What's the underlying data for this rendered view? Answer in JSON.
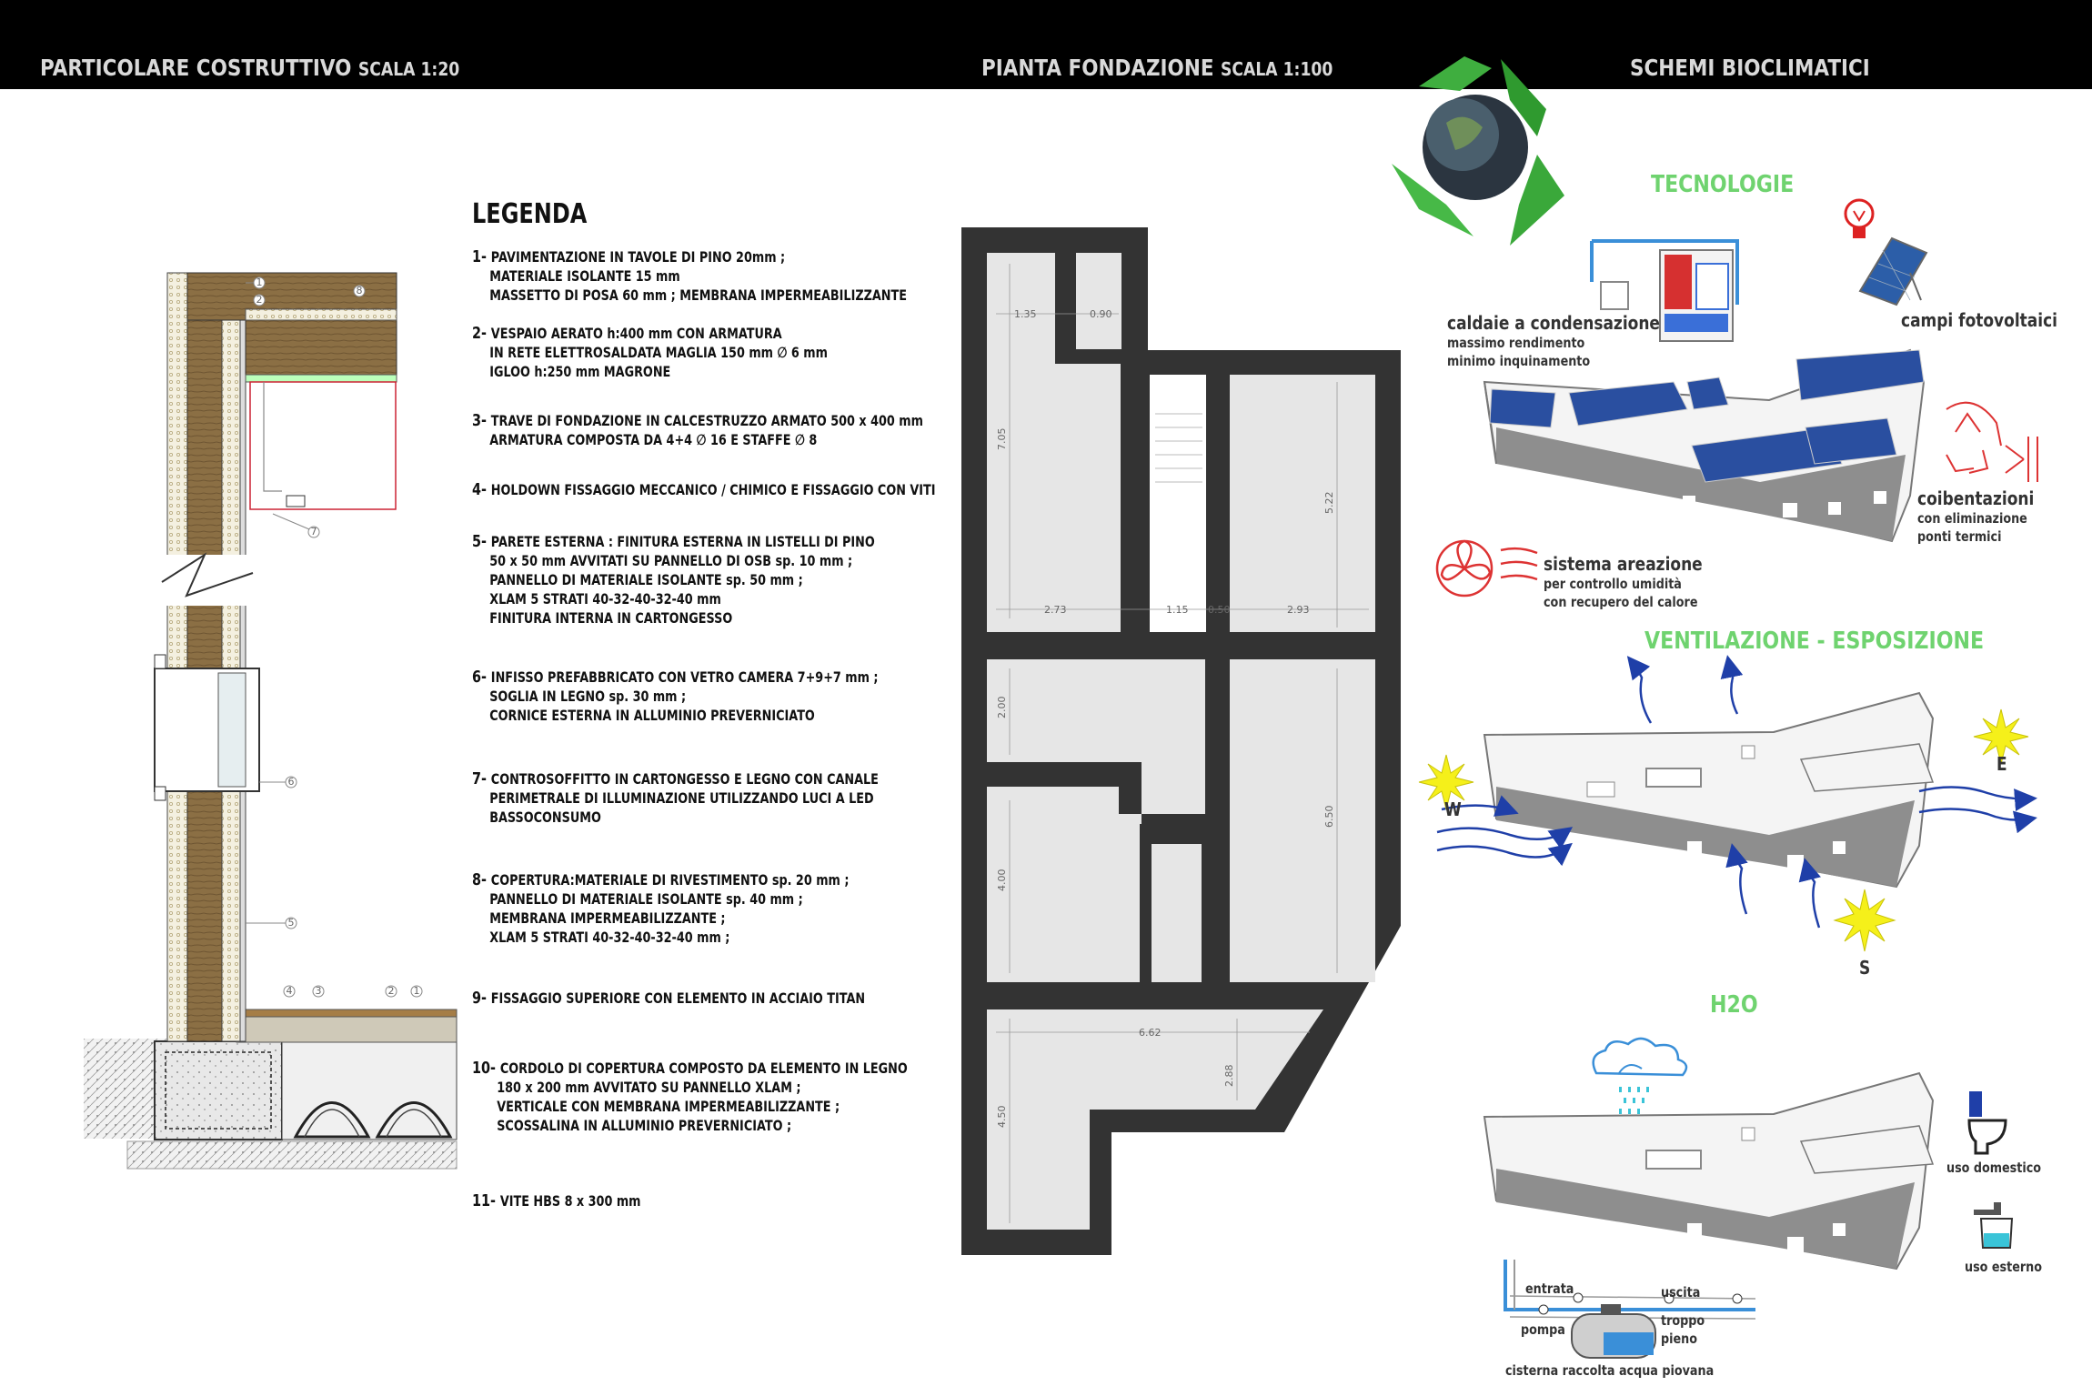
{
  "headers": {
    "detail": {
      "title": "PARTICOLARE COSTRUTTIVO",
      "scale": "SCALA 1:20"
    },
    "plan": {
      "title": "PIANTA FONDAZIONE",
      "scale": "SCALA 1:100"
    },
    "schemes": {
      "title": "SCHEMI  BIOCLIMATICI"
    }
  },
  "legend": {
    "title": "LEGENDA",
    "items": [
      {
        "num": "1-",
        "lines": [
          "PAVIMENTAZIONE IN TAVOLE DI PINO 20mm ;",
          "MATERIALE ISOLANTE 15 mm",
          "MASSETTO DI POSA 60 mm ; MEMBRANA IMPERMEABILIZZANTE"
        ]
      },
      {
        "num": "2-",
        "lines": [
          "VESPAIO AERATO h:400 mm CON ARMATURA",
          "IN RETE ELETTROSALDATA  MAGLIA 150 mm  ∅ 6 mm",
          "IGLOO h:250 mm MAGRONE"
        ]
      },
      {
        "num": "3-",
        "lines": [
          "TRAVE DI FONDAZIONE IN CALCESTRUZZO ARMATO 500 x 400 mm",
          "ARMATURA COMPOSTA DA 4+4 ∅ 16  E STAFFE ∅ 8"
        ]
      },
      {
        "num": "4-",
        "lines": [
          "HOLDOWN FISSAGGIO MECCANICO / CHIMICO E FISSAGGIO CON VITI"
        ]
      },
      {
        "num": "5-",
        "lines": [
          "PARETE ESTERNA : FINITURA ESTERNA IN LISTELLI DI PINO",
          "50 x 50 mm AVVITATI SU PANNELLO DI OSB sp. 10 mm ;",
          "PANNELLO DI MATERIALE ISOLANTE sp. 50 mm ;",
          "XLAM 5 STRATI 40-32-40-32-40 mm",
          "FINITURA INTERNA IN CARTONGESSO"
        ]
      },
      {
        "num": "6-",
        "lines": [
          "INFISSO PREFABBRICATO CON VETRO CAMERA   7+9+7 mm ;",
          "SOGLIA IN LEGNO sp. 30 mm ;",
          "CORNICE ESTERNA IN ALLUMINIO PREVERNICIATO"
        ]
      },
      {
        "num": "7-",
        "lines": [
          "CONTROSOFFITTO IN CARTONGESSO E LEGNO CON  CANALE",
          "PERIMETRALE DI ILLUMINAZIONE UTILIZZANDO LUCI A LED",
          "BASSOCONSUMO"
        ]
      },
      {
        "num": "8-",
        "lines": [
          "COPERTURA:MATERIALE DI RIVESTIMENTO  sp. 20 mm ;",
          "PANNELLO DI MATERIALE ISOLANTE sp. 40 mm ;",
          "MEMBRANA IMPERMEABILIZZANTE ;",
          "XLAM 5 STRATI 40-32-40-32-40 mm ;"
        ]
      },
      {
        "num": "9-",
        "lines": [
          "FISSAGGIO SUPERIORE CON ELEMENTO IN ACCIAIO TITAN"
        ]
      },
      {
        "num": "10-",
        "lines": [
          "CORDOLO DI COPERTURA COMPOSTO DA ELEMENTO IN LEGNO",
          "180 x 200 mm AVVITATO SU PANNELLO  XLAM ;",
          "VERTICALE CON MEMBRANA IMPERMEABILIZZANTE ;",
          "SCOSSALINA IN ALLUMINIO PREVERNICIATO ;"
        ]
      },
      {
        "num": "11-",
        "lines": [
          "VITE HBS 8 x 300 mm"
        ]
      }
    ]
  },
  "plan_dims": [
    "1.35",
    "0.90",
    "7.05",
    "5.22",
    "2.73",
    "1.15",
    "0.50",
    "2.93",
    "2.00",
    "6.50",
    "4.00",
    "6.62",
    "2.88",
    "4.50"
  ],
  "detail_marks": [
    "1",
    "2",
    "3",
    "4",
    "5",
    "6",
    "7",
    "8"
  ],
  "schemes": {
    "tecnologie": {
      "title": "TECNOLOGIE",
      "caldaie": {
        "title": "caldaie a condensazione",
        "sub": [
          "massimo rendimento",
          "minimo inquinamento"
        ]
      },
      "fotovoltaici": {
        "title": "campi fotovoltaici"
      },
      "coibentazioni": {
        "title": "coibentazioni",
        "sub": [
          "con eliminazione",
          "ponti termici"
        ]
      },
      "areazione": {
        "title": "sistema  areazione",
        "sub": [
          "per controllo umidità",
          "con recupero del calore"
        ]
      }
    },
    "ventilazione": {
      "title": "VENTILAZIONE - ESPOSIZIONE",
      "compass": {
        "w": "W",
        "e": "E",
        "s": "S"
      }
    },
    "h2o": {
      "title": "H2O",
      "uso_domestico": "uso domestico",
      "uso_esterno": "uso esterno",
      "entrata": "entrata",
      "uscita": "uscita",
      "pompa": "pompa",
      "troppo_pieno": [
        "troppo",
        "pieno"
      ],
      "cisterna": "cisterna raccolta acqua piovana"
    }
  },
  "colors": {
    "header_bg": "#000000",
    "header_text": "#d9d9d9",
    "green_title": "#6fd36f",
    "wall": "#333333",
    "room_fill": "#e6e6e6",
    "wood": "#8b6f44",
    "house_grey": "#8e8e8e",
    "arrow_blue": "#1f3fa8",
    "sun_yellow": "#f5f01a"
  },
  "icons": [
    "recycle-globe-icon",
    "bulb-icon",
    "solar-panel-icon",
    "boiler-icon",
    "recycle-icon",
    "fan-icon",
    "sun-icon",
    "cloud-rain-icon",
    "toilet-icon",
    "tap-icon",
    "cistern-icon"
  ]
}
